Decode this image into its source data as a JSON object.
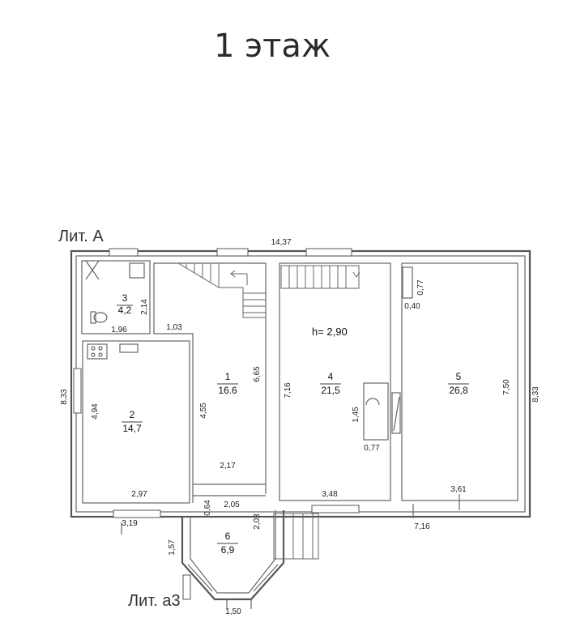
{
  "title": "1 этаж",
  "labels": {
    "lit_a": "Лит. А",
    "lit_a3": "Лит. а3"
  },
  "height_note": "h= 2,90",
  "rooms": [
    {
      "id": "3",
      "area": "4,2"
    },
    {
      "id": "2",
      "area": "14,7"
    },
    {
      "id": "1",
      "area": "16.6"
    },
    {
      "id": "4",
      "area": "21,5"
    },
    {
      "id": "5",
      "area": "26,8"
    },
    {
      "id": "6",
      "area": "6,9"
    }
  ],
  "dimensions": {
    "total_width": "14,37",
    "left_height": "8,33",
    "right_height": "8,33",
    "r3_width": "1,96",
    "r3_height": "2,14",
    "r1_top_offset": "1,03",
    "r2_height": "4,94",
    "r2_width": "2,97",
    "r1_inner_left": "4,55",
    "r1_height": "6,65",
    "r1_width": "2,17",
    "r4_height": "7,16",
    "r4_hearth": "1,45",
    "r4_hearth_w": "0,77",
    "r4_width": "3,48",
    "r5_niche_h": "0,77",
    "r5_niche_w": "0,40",
    "r5_height": "7,50",
    "r5_width": "3,61",
    "bottom_left": "3,19",
    "bottom_right": "7,16",
    "vest_a": "0,64",
    "vest_b": "2,05",
    "vest_c": "2,03",
    "bay_side": "1,57",
    "bay_bottom": "1,50"
  }
}
